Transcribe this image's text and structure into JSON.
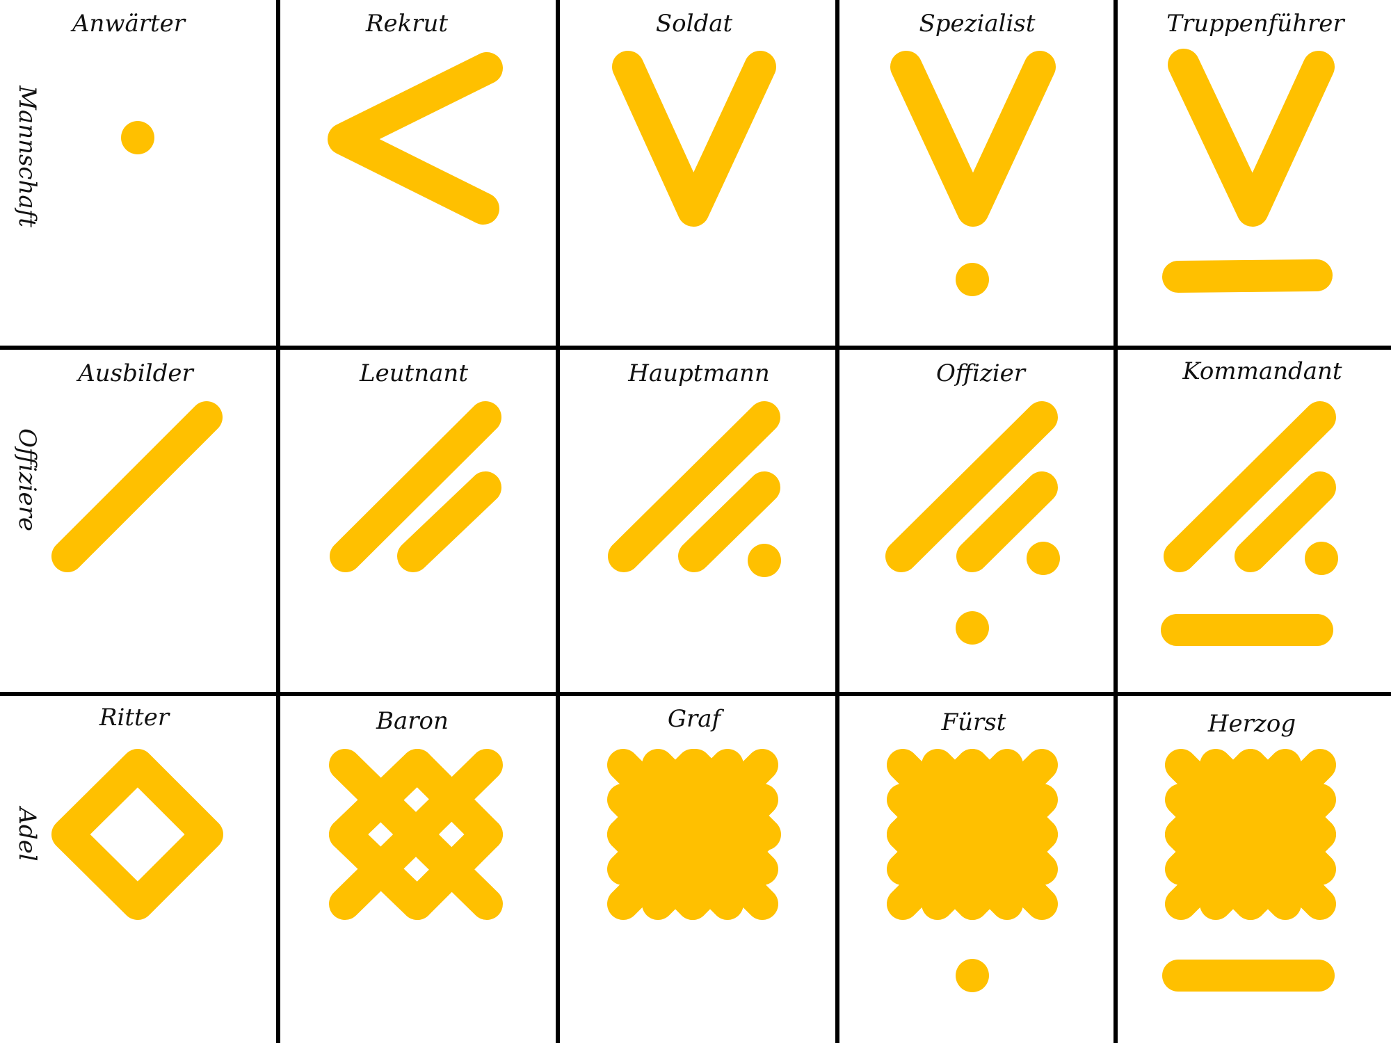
{
  "colors": {
    "insignia": "#FFC000",
    "grid": "#000000",
    "text": "#111111",
    "background": "#FFFFFF"
  },
  "rows": [
    {
      "label": "Mannschaft",
      "ranks": [
        {
          "title": "Anwärter",
          "icon": "dot-icon"
        },
        {
          "title": "Rekrut",
          "icon": "chevron-left-icon"
        },
        {
          "title": "Soldat",
          "icon": "chevron-down-icon"
        },
        {
          "title": "Spezialist",
          "icon": "chevron-down-dot-icon"
        },
        {
          "title": "Truppenführer",
          "icon": "chevron-down-bar-icon"
        }
      ]
    },
    {
      "label": "Offiziere",
      "ranks": [
        {
          "title": "Ausbilder",
          "icon": "single-slash-icon"
        },
        {
          "title": "Leutnant",
          "icon": "double-slash-icon"
        },
        {
          "title": "Hauptmann",
          "icon": "double-slash-dot-icon"
        },
        {
          "title": "Offizier",
          "icon": "double-slash-two-dots-icon"
        },
        {
          "title": "Kommandant",
          "icon": "double-slash-dot-bar-icon"
        }
      ]
    },
    {
      "label": "Adel",
      "ranks": [
        {
          "title": "Ritter",
          "icon": "diamond-icon"
        },
        {
          "title": "Baron",
          "icon": "lattice-2x2-icon"
        },
        {
          "title": "Graf",
          "icon": "lattice-3x3-icon"
        },
        {
          "title": "Fürst",
          "icon": "lattice-3x3-dot-icon"
        },
        {
          "title": "Herzog",
          "icon": "lattice-3x3-bar-icon"
        }
      ]
    }
  ]
}
